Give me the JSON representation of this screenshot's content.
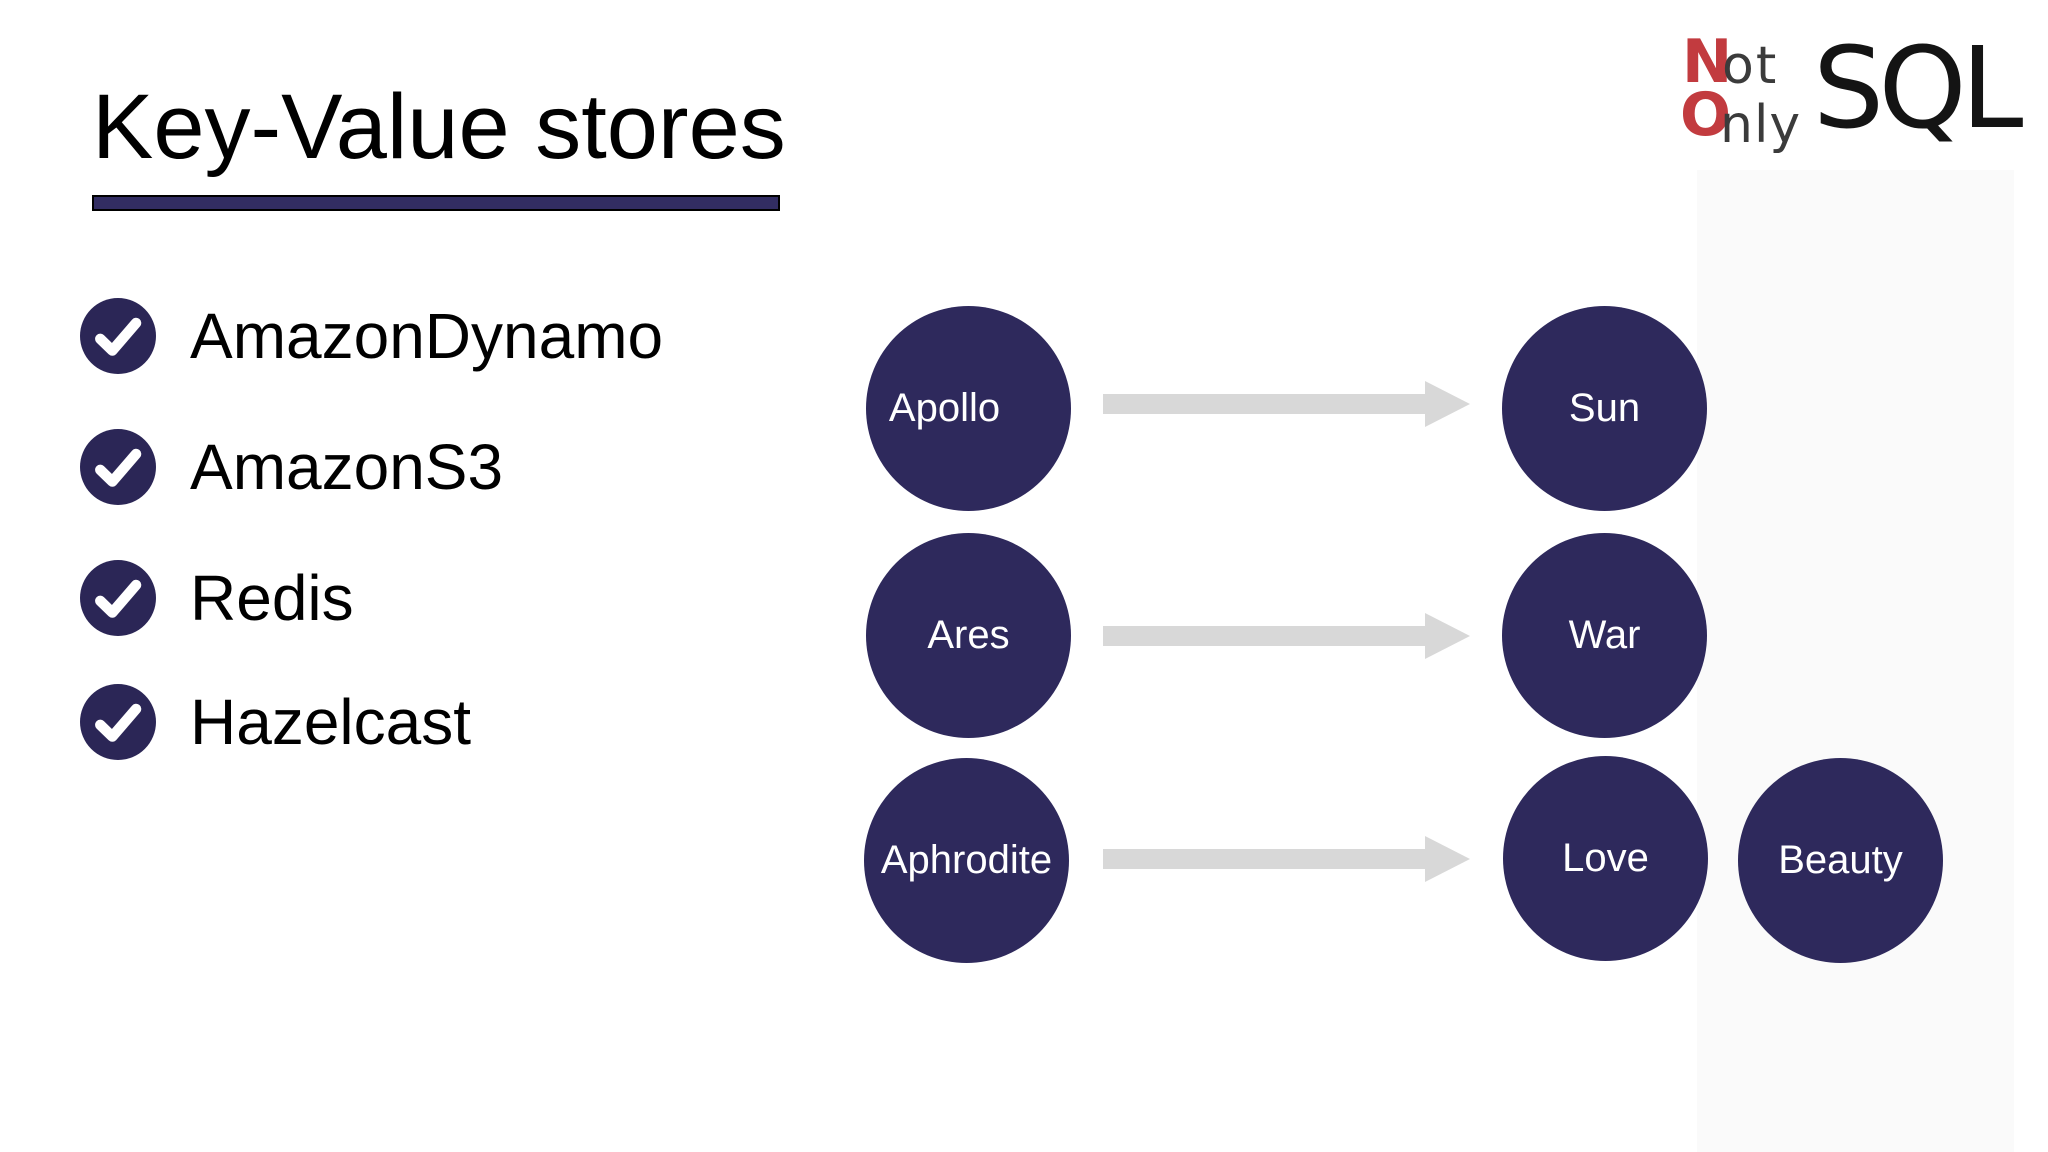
{
  "slide": {
    "title": "Key-Value stores"
  },
  "logo": {
    "line1_initial": "N",
    "line1_rest": "ot",
    "line2_initial": "O",
    "line2_rest": "nly",
    "suffix": "SQL"
  },
  "checklist": {
    "items": [
      {
        "label": "AmazonDynamo"
      },
      {
        "label": "AmazonS3"
      },
      {
        "label": "Redis"
      },
      {
        "label": "Hazelcast"
      }
    ]
  },
  "diagram": {
    "type": "key-value-mapping",
    "rows": [
      {
        "key": "Apollo",
        "value": "Sun"
      },
      {
        "key": "Ares",
        "value": "War"
      },
      {
        "key": "Aphrodite",
        "value": "Love",
        "extra_value": "Beauty"
      }
    ]
  },
  "colors": {
    "node_fill": "#2e295c",
    "check_fill": "#2b2656",
    "arrow": "#d8d8d8",
    "underline": "#322d62",
    "logo_red": "#c23b3f",
    "logo_dark": "#3b3b3b"
  }
}
